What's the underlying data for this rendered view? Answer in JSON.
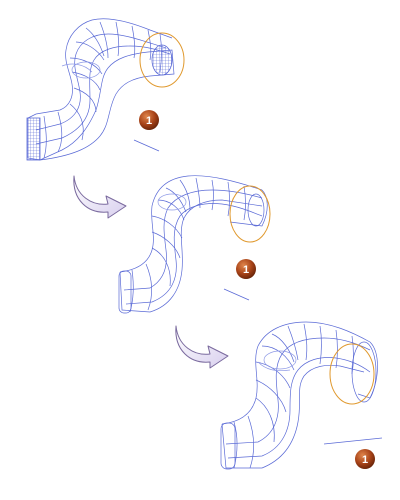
{
  "steps": [
    {
      "id": "step-1",
      "badge_label": "1"
    },
    {
      "id": "step-2",
      "badge_label": "1"
    },
    {
      "id": "step-3",
      "badge_label": "1"
    }
  ],
  "arrows": [
    {
      "from": "step-1",
      "to": "step-2"
    },
    {
      "from": "step-2",
      "to": "step-3"
    }
  ],
  "colors": {
    "wire": "#5a6ad6",
    "wire_light": "#8f9ae6",
    "profile_circle": "#e0992e",
    "badge_fill": "#8a3210",
    "badge_highlight": "#d9773f",
    "arrow_fill": "#ede8f6",
    "arrow_stroke": "#7a6a9e"
  },
  "icons": {
    "arrow": "curved-arrow-icon",
    "badge": "numbered-callout-icon"
  }
}
